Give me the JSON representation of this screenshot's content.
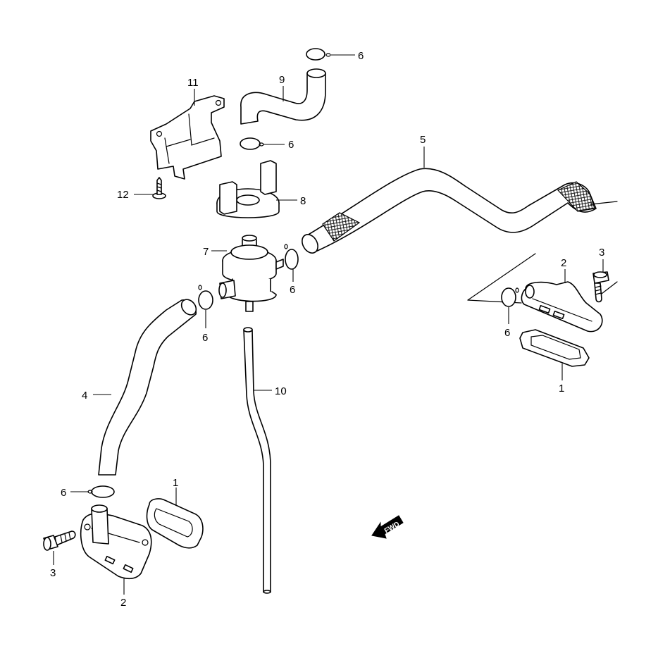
{
  "callouts": [
    {
      "id": "c6a",
      "label": "6"
    },
    {
      "id": "c9",
      "label": "9"
    },
    {
      "id": "c11",
      "label": "11"
    },
    {
      "id": "c6b",
      "label": "6"
    },
    {
      "id": "c5",
      "label": "5"
    },
    {
      "id": "c12",
      "label": "12"
    },
    {
      "id": "c8",
      "label": "8"
    },
    {
      "id": "c7",
      "label": "7"
    },
    {
      "id": "c6c",
      "label": "6"
    },
    {
      "id": "c3a",
      "label": "3"
    },
    {
      "id": "c2a",
      "label": "2"
    },
    {
      "id": "c6d",
      "label": "6"
    },
    {
      "id": "c6e",
      "label": "6"
    },
    {
      "id": "c1a",
      "label": "1"
    },
    {
      "id": "c4",
      "label": "4"
    },
    {
      "id": "c10",
      "label": "10"
    },
    {
      "id": "c1b",
      "label": "1"
    },
    {
      "id": "c6f",
      "label": "6"
    },
    {
      "id": "c3b",
      "label": "3"
    },
    {
      "id": "c2b",
      "label": "2"
    }
  ],
  "fwd_badge": "FWD"
}
